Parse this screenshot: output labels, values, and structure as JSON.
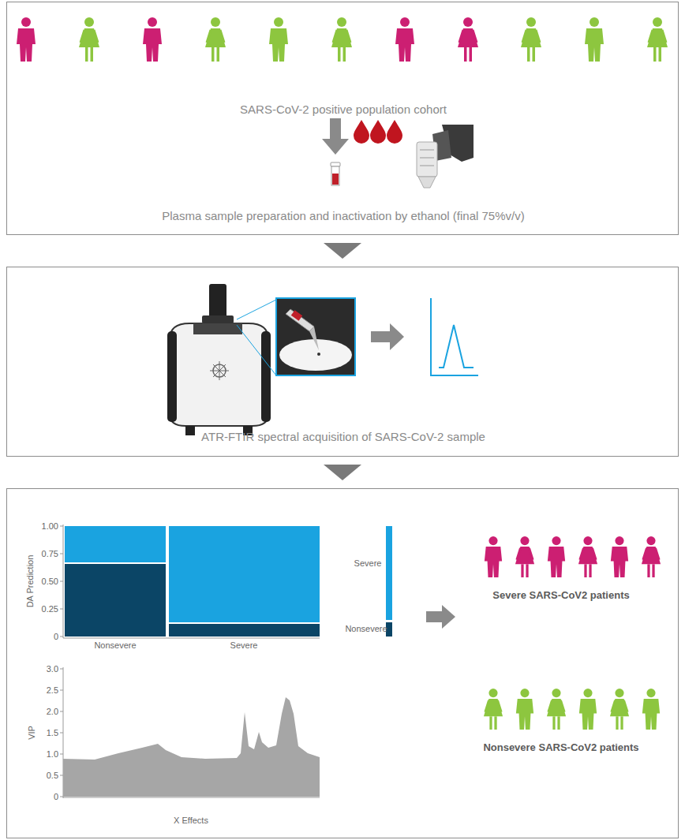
{
  "diagram": {
    "nodes": [
      {
        "text": [
          "SARS-CoV-2 positive population cohort",
          "Plasma sample preparation and inactivation by ethanol (final 75%v/v)"
        ]
      },
      {
        "text": [
          "ATR-FTIR spectral acquisition of SARS-CoV-2  sample"
        ]
      },
      {
        "text": [
          "Severe SARS-CoV2 patients",
          "Nonsevere SARS-CoV2 patients"
        ]
      }
    ],
    "edges": [
      {
        "from": 0,
        "to": 1,
        "arrow": "to"
      },
      {
        "from": 1,
        "to": 2,
        "arrow": "to"
      }
    ],
    "labels": [
      "1.00",
      "0.75",
      "0.50",
      "0.25",
      "0",
      "DA Prediction",
      "Nonsevere",
      "Severe",
      "Severe",
      "Nonsevere",
      "3.0",
      "2.5",
      "2.0",
      "1.5",
      "1.0",
      "0.5",
      "0",
      "VIP",
      "X Effects"
    ]
  }
}
